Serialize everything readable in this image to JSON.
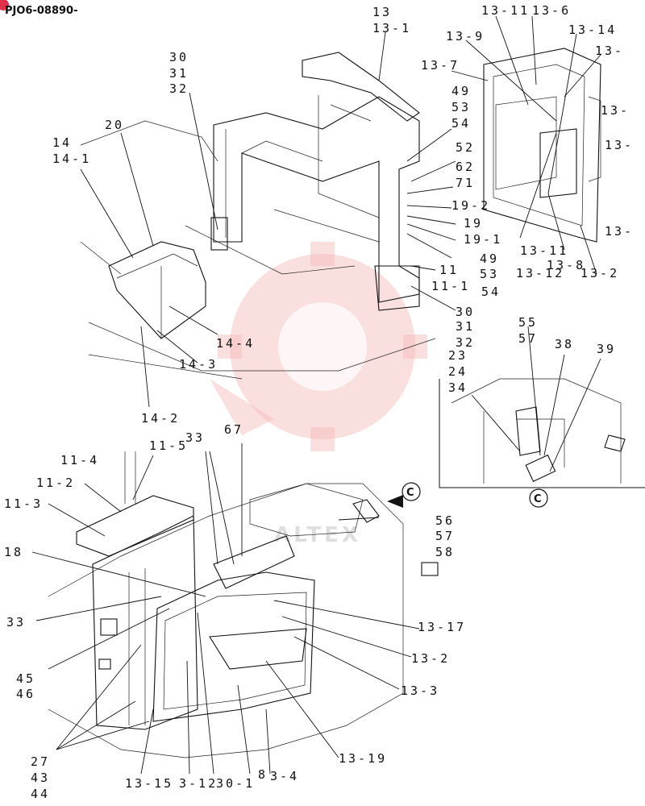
{
  "doc_code": "PJO6-08890-",
  "watermark_text": "ALTEX",
  "detail_marker": "C",
  "colors": {
    "line": "#111111",
    "watermark": "#f4b8b8",
    "badge": "#e0304a"
  },
  "labels": {
    "l13a": "13",
    "l13_1": "13-1",
    "l13_11top": "13-11",
    "l13_6": "13-6",
    "l13_9": "13-9",
    "l13_14": "13-14",
    "l13_7": "13-7",
    "l13_r1": "13-",
    "l13_r2": "13-",
    "l13_r3": "13-",
    "l13_r4": "13-",
    "l30a": "30",
    "l31a": "31",
    "l32a": "32",
    "l20": "20",
    "l14": "14",
    "l14_1": "14-1",
    "l49a": "49",
    "l53a": "53",
    "l54a": "54",
    "l52": "52",
    "l62": "62",
    "l71": "71",
    "l19_2": "19-2",
    "l19": "19",
    "l19_1": "19-1",
    "l13_11b": "13-11",
    "l13_8": "13-8",
    "l49b": "49",
    "l13_12": "13-12",
    "l13_2b": "13-2",
    "l11": "11",
    "l53b": "53",
    "l11_1": "11-1",
    "l54b": "54",
    "l30b": "30",
    "l31b": "31",
    "l32b": "32",
    "l14_4": "14-4",
    "l14_3": "14-3",
    "l14_2": "14-2",
    "l55": "55",
    "l57a": "57",
    "l38": "38",
    "l39": "39",
    "l23": "23",
    "l24": "24",
    "l34": "34",
    "l11_5": "11-5",
    "l33a": "33",
    "l67": "67",
    "l11_4": "11-4",
    "l11_2": "11-2",
    "l11_3": "11-3",
    "l56": "56",
    "l57b": "57",
    "l58": "58",
    "l18": "18",
    "l33b": "33",
    "l13_17": "13-17",
    "l13_2c": "13-2",
    "l45": "45",
    "l46": "46",
    "l13_3": "13-3",
    "l13_19": "13-19",
    "l27": "27",
    "l43": "43",
    "l44": "44",
    "l13_15": "13-15",
    "l3_12": "3-12",
    "l30_1": "30-1",
    "l8": "8",
    "l3_4": "3-4"
  }
}
